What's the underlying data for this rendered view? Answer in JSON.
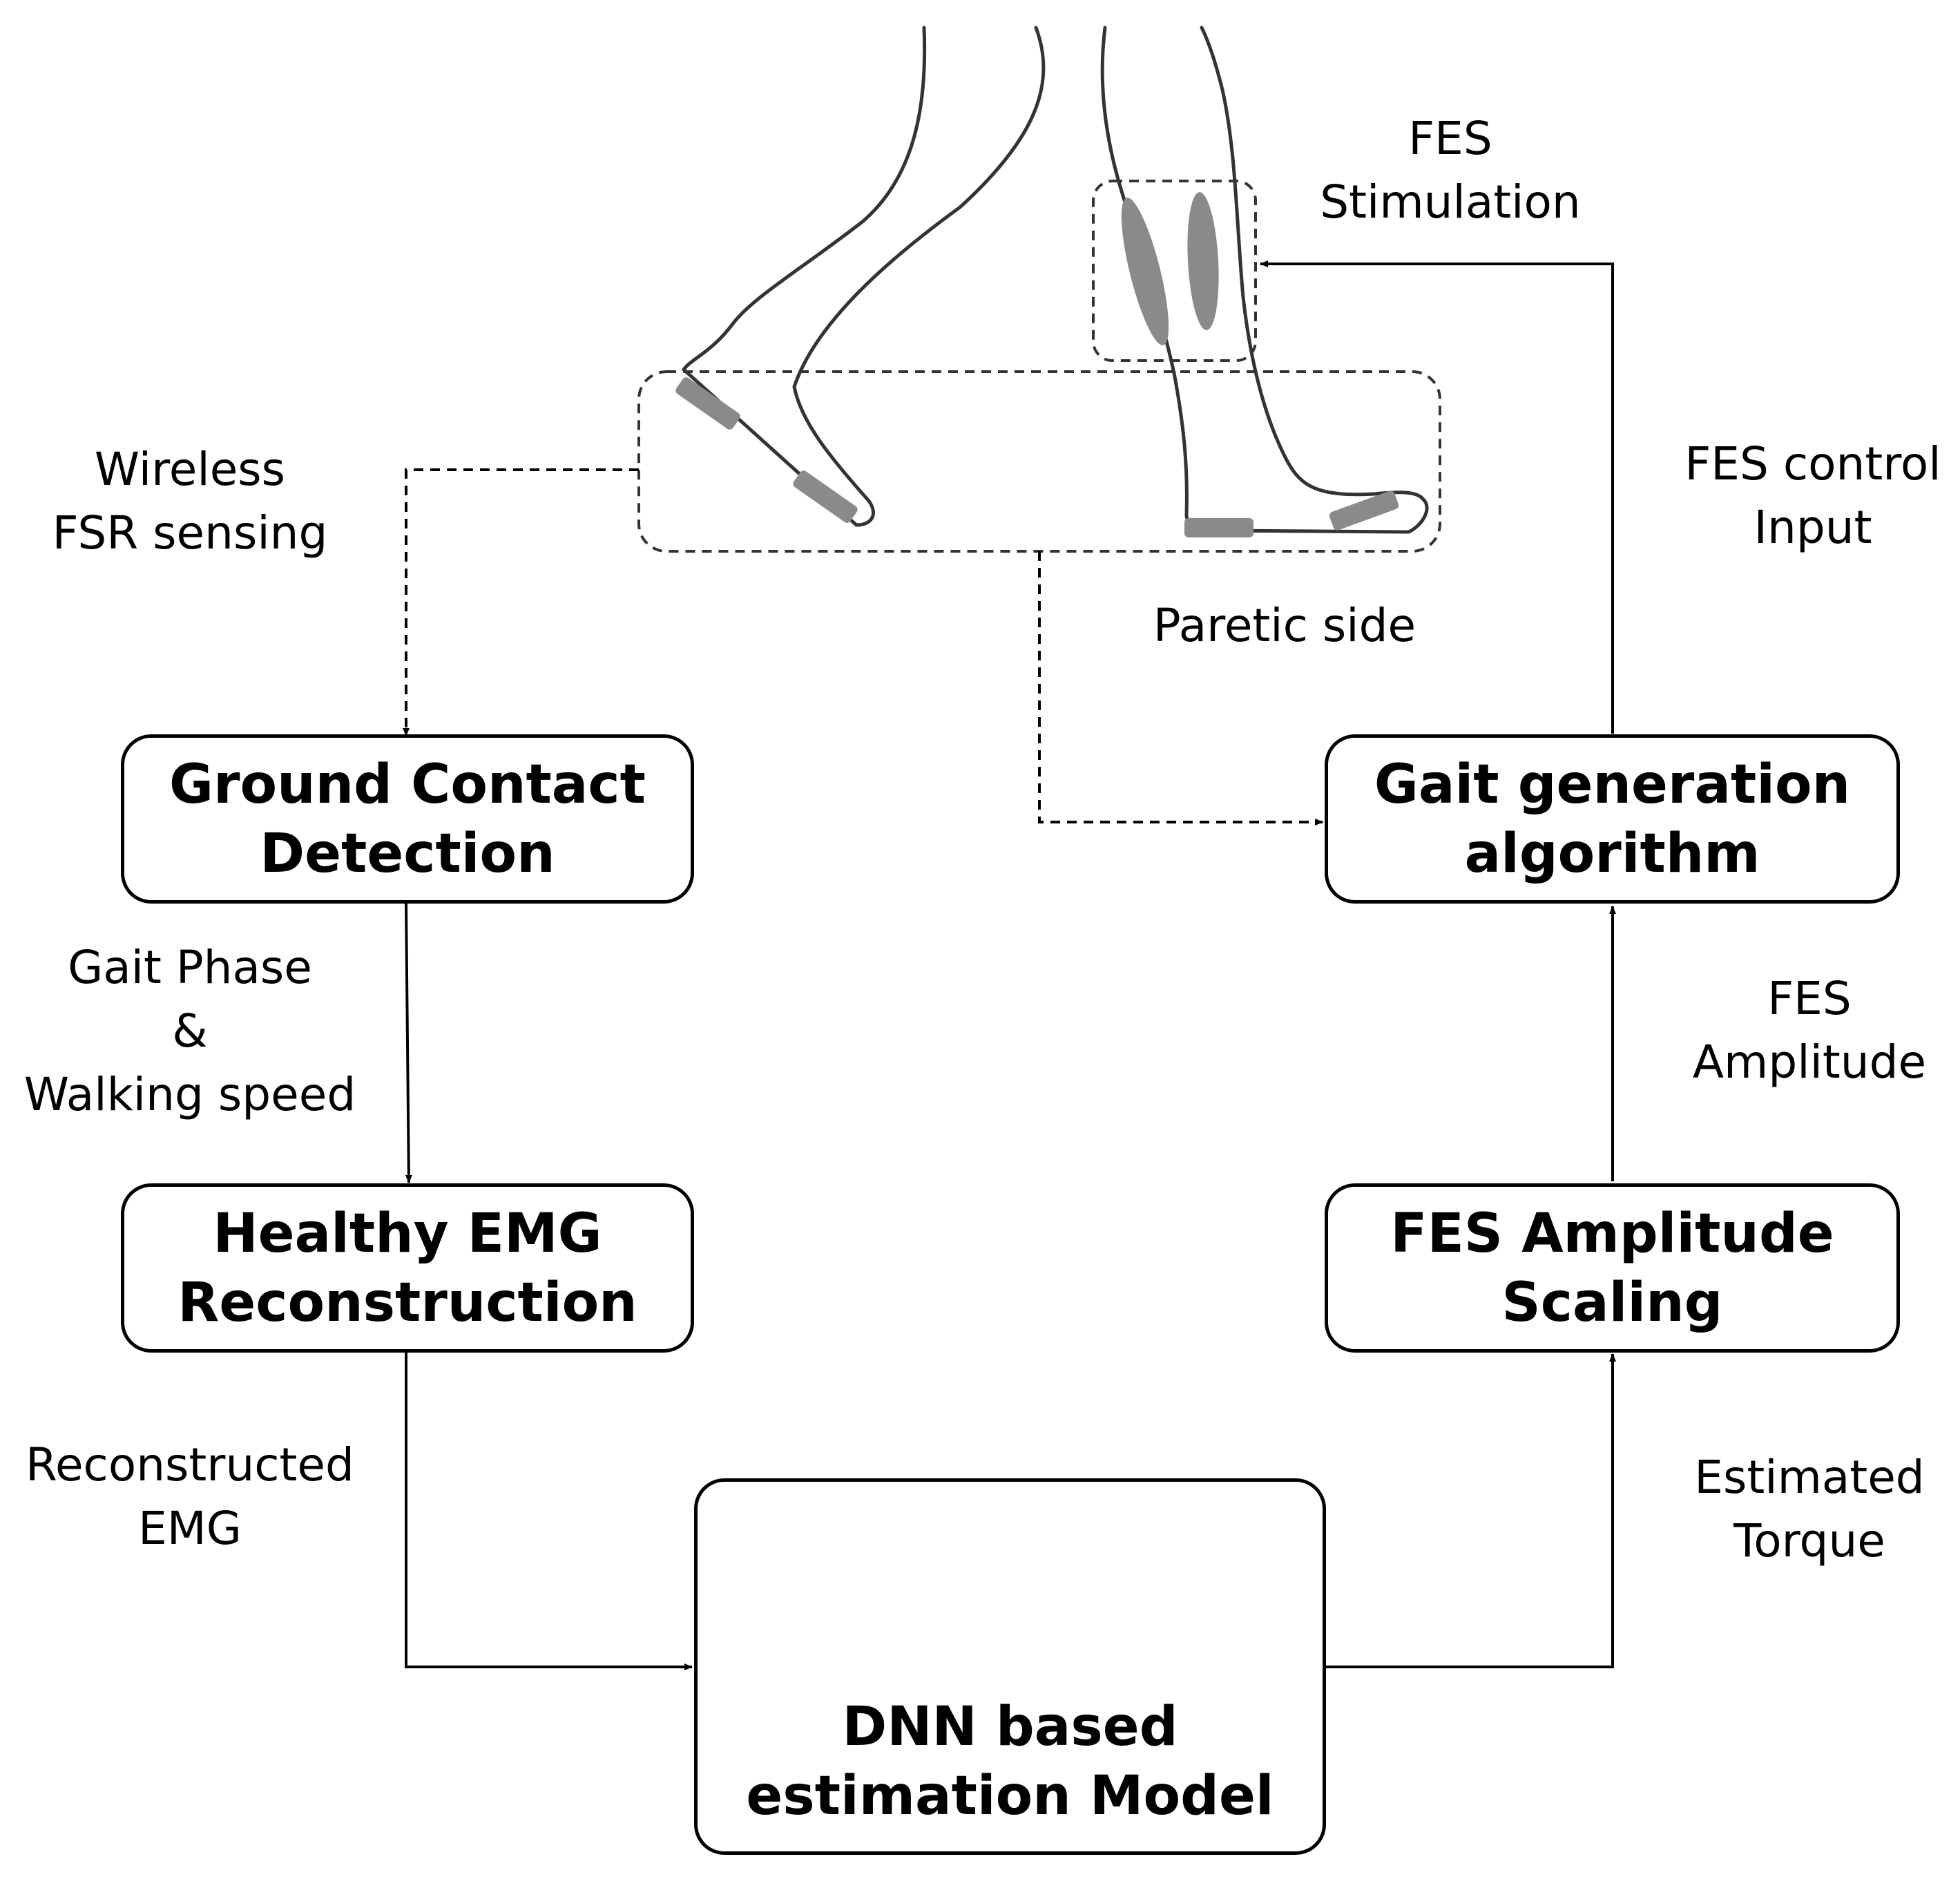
{
  "blocks": {
    "ground_contact": {
      "line1": "Ground Contact",
      "line2": "Detection"
    },
    "healthy_emg": {
      "line1": "Healthy EMG",
      "line2": "Reconstruction"
    },
    "dnn_model": {
      "line1": "DNN based",
      "line2": "estimation Model"
    },
    "fes_scaling": {
      "line1": "FES Amplitude",
      "line2": "Scaling"
    },
    "gait_generation": {
      "line1": "Gait generation",
      "line2": "algorithm"
    }
  },
  "labels": {
    "wireless_fsr": {
      "line1": "Wireless",
      "line2": "FSR sensing"
    },
    "fes_stimulation": {
      "line1": "FES",
      "line2": "Stimulation"
    },
    "paretic_side": "Paretic side",
    "fes_control_input": {
      "line1": "FES control",
      "line2": "Input"
    },
    "gait_phase": {
      "line1": "Gait Phase",
      "line2": "&",
      "line3": "Walking speed"
    },
    "fes_amplitude": {
      "line1": "FES",
      "line2": "Amplitude"
    },
    "reconstructed_emg": {
      "line1": "Reconstructed",
      "line2": "EMG"
    },
    "estimated_torque": {
      "line1": "Estimated",
      "line2": "Torque"
    }
  },
  "colors": {
    "line": "#000000",
    "sensor": "#8a8a8a",
    "network": "#9a9a9a"
  }
}
